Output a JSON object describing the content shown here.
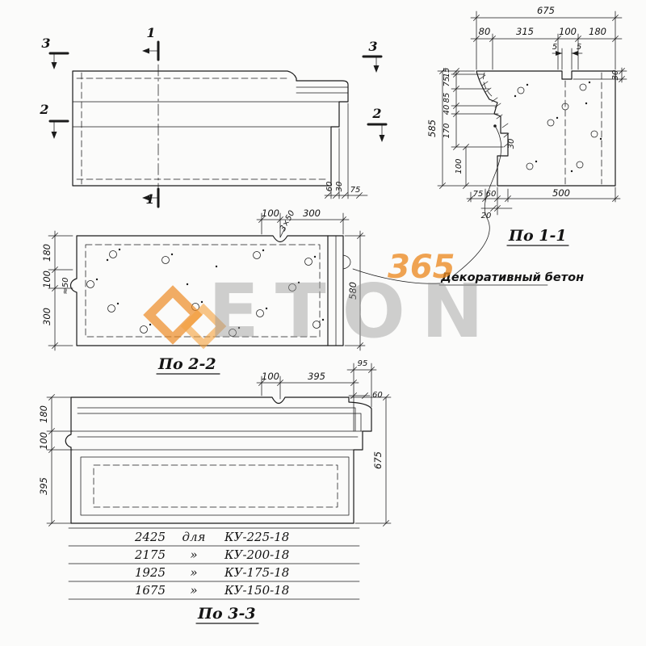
{
  "watermark": {
    "brand": "ETON",
    "number": "365"
  },
  "note": {
    "decorative_concrete": "Декоративный бетон"
  },
  "elevation": {
    "marks": {
      "m1": "1",
      "m2": "2",
      "m3": "3"
    },
    "dims": {
      "d60": "60",
      "d30": "30",
      "d75": "75"
    }
  },
  "s11": {
    "title": "По 1-1",
    "dims": {
      "total_w": "675",
      "w80": "80",
      "w315": "315",
      "w100": "100",
      "w180": "180",
      "n5a": "5",
      "n5b": "5",
      "d30_right": "30",
      "h585": "585",
      "h15": "15",
      "h75": "75",
      "h85": "85",
      "h40": "40",
      "h170": "170",
      "h100": "100",
      "d30_groove": "30",
      "b75": "75",
      "b60": "60",
      "b20": "20",
      "b500": "500"
    }
  },
  "s22": {
    "title": "По 2-2",
    "dims": {
      "t100": "100",
      "t300": "300",
      "notch": "3×50",
      "l180": "180",
      "l100": "100",
      "l300": "300",
      "key": "≈50",
      "r580": "580"
    }
  },
  "s33": {
    "title": "По 3-3",
    "dims": {
      "t100": "100",
      "t395": "395",
      "t95": "95",
      "t60": "60",
      "l180": "180",
      "l100": "100",
      "l395": "395",
      "r675": "675"
    }
  },
  "table": {
    "rows": [
      {
        "len": "2425",
        "word": "для",
        "mark": "КУ-225-18"
      },
      {
        "len": "2175",
        "word": "»",
        "mark": "КУ-200-18"
      },
      {
        "len": "1925",
        "word": "»",
        "mark": "КУ-175-18"
      },
      {
        "len": "1675",
        "word": "»",
        "mark": "КУ-150-18"
      }
    ]
  }
}
